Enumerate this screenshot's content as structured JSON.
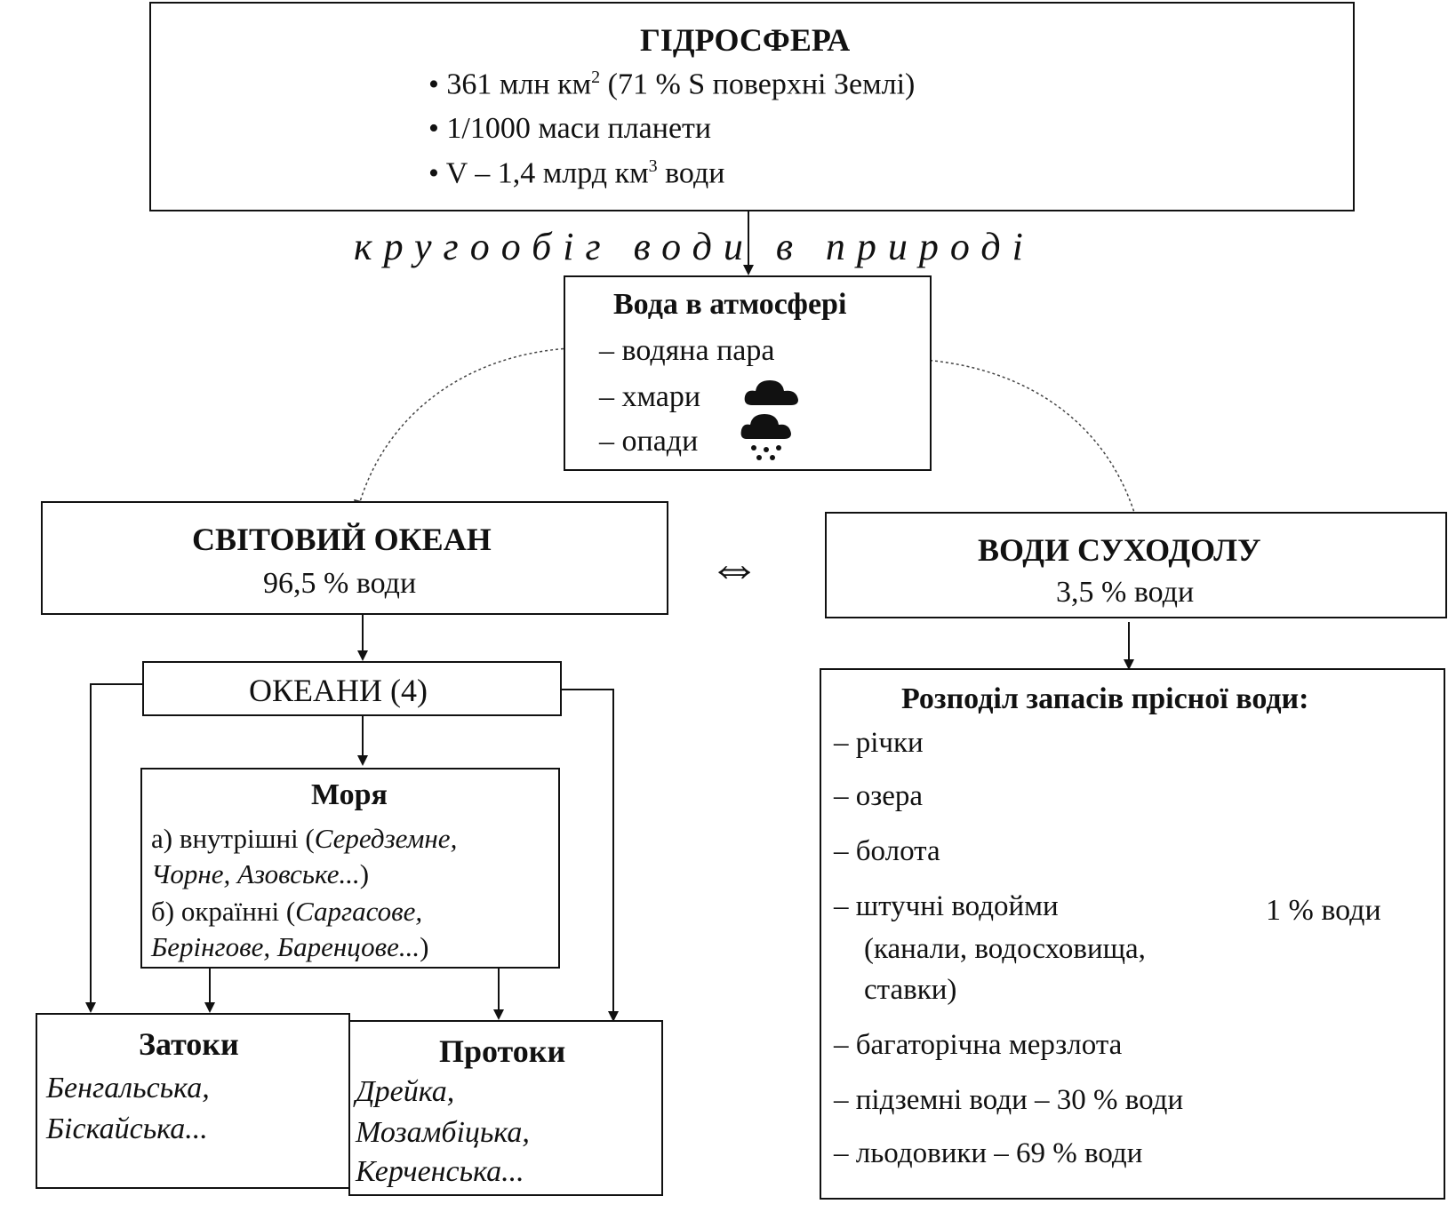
{
  "hydrosphere": {
    "title": "ГІДРОСФЕРА",
    "line1_pre": "361 млн км",
    "line1_sup": "2",
    "line1_post": " (71 % S поверхні Землі)",
    "line2": "1/1000 маси планети",
    "line3_pre": "V – 1,4 млрд км",
    "line3_sup": "3",
    "line3_post": " води"
  },
  "cycle_label": "кругообіг води в природі",
  "atmosphere": {
    "title": "Вода в атмосфері",
    "items": [
      "– водяна пара",
      "– хмари",
      "– опади"
    ]
  },
  "ocean": {
    "title": "СВІТОВИЙ ОКЕАН",
    "share": "96,5 % води"
  },
  "double_arrow": "⇔",
  "land": {
    "title": "ВОДИ СУХОДОЛУ",
    "share": "3,5 % води"
  },
  "oceans": {
    "label": "ОКЕАНИ (4)"
  },
  "seas": {
    "title": "Моря",
    "inner_prefix": "а) внутрішні (",
    "inner_examples_1": "Середземне,",
    "inner_examples_2": "Чорне, Азовське...",
    "inner_suffix": ")",
    "outer_prefix": "б) окраїнні (",
    "outer_examples_1": "Саргасове,",
    "outer_examples_2": "Берінгове, Баренцове...",
    "outer_suffix": ")"
  },
  "bays": {
    "title": "Затоки",
    "examples": [
      "Бенгальська,",
      "Біскайська..."
    ]
  },
  "straits": {
    "title": "Протоки",
    "examples": [
      "Дрейка,",
      "Мозамбіцька,",
      "Керченська..."
    ]
  },
  "freshwater": {
    "title": "Розподіл запасів прісної води:",
    "items": [
      "– річки",
      "– озера",
      "– болота",
      "– штучні водойми",
      "(канали, водосховища,",
      "ставки)",
      "– багаторічна мерзлота"
    ],
    "group_share": "1 % води",
    "groundwater": "– підземні води – 30 % води",
    "glaciers": "– льодовики – 69 % води"
  }
}
